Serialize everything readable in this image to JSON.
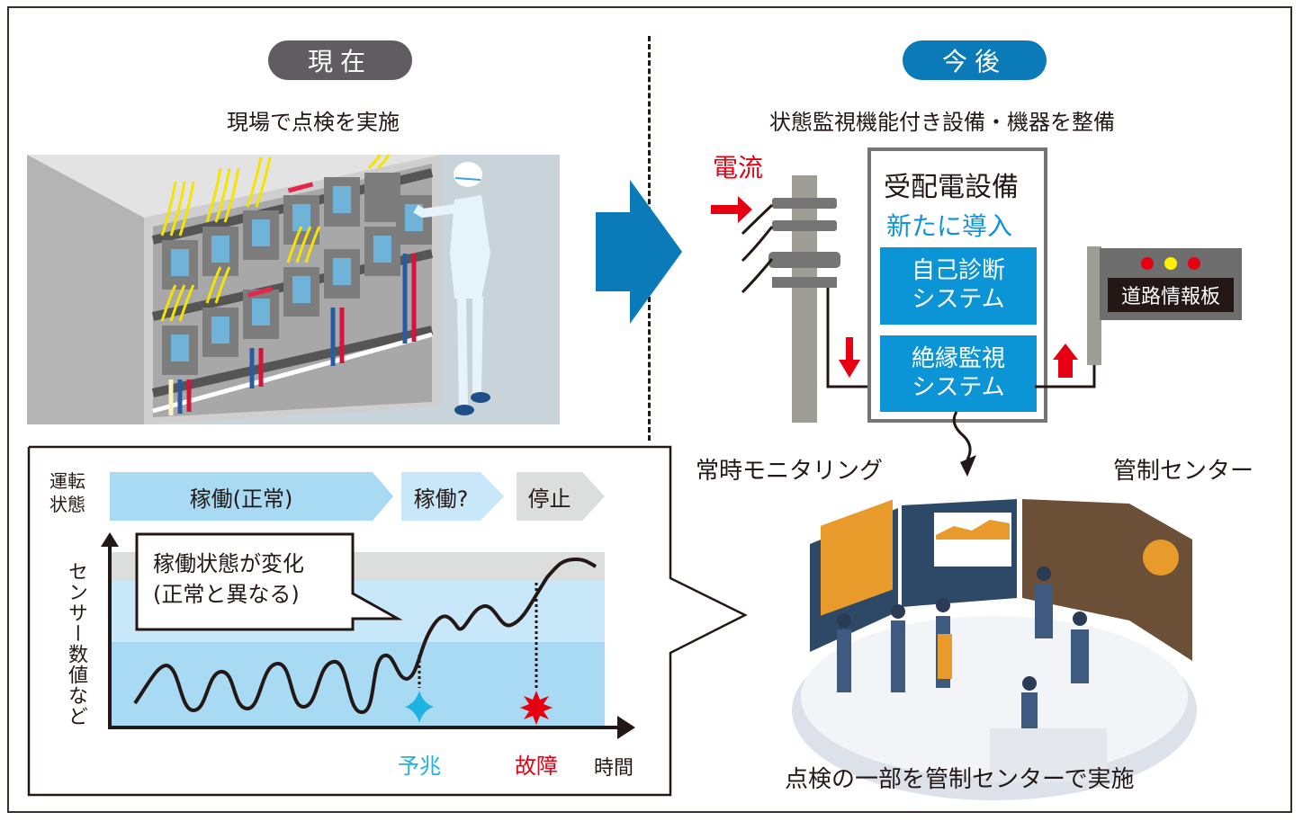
{
  "left": {
    "badge": "現在",
    "subtitle": "現場で点検を実施",
    "illustration": "worker-inspecting-switchboard"
  },
  "right": {
    "badge": "今後",
    "subtitle": "状態監視機能付き設備・機器を整備",
    "current_label": "電流",
    "facility_title": "受配電設備",
    "facility_new": "新たに導入",
    "system1_line1": "自己診断",
    "system1_line2": "システム",
    "system2_line1": "絶縁監視",
    "system2_line2": "システム",
    "road_sign": "道路情報板",
    "monitoring_label": "常時モニタリング",
    "control_center_label": "管制センター",
    "bottom_caption": "点検の一部を管制センターで実施",
    "illustration": "control-center-operators"
  },
  "chart": {
    "status_label_line1": "運転",
    "status_label_line2": "状態",
    "status_normal": "稼働(正常)",
    "status_uncertain": "稼働?",
    "status_stop": "停止",
    "y_label": "センサー数値など",
    "x_label": "時間",
    "bubble_line1": "稼働状態が変化",
    "bubble_line2": "(正常と異なる)",
    "marker_sign": "予兆",
    "marker_failure": "故障"
  },
  "colors": {
    "now_badge": "#615c61",
    "future_badge": "#0a7ab8",
    "accent_blue": "#0c95d6",
    "red": "#e60012",
    "sign_dark": "#231815",
    "band_normal": "#a9daf3",
    "band_uncertain": "#c8e7f8",
    "band_stop": "#dcdddd",
    "predict_marker": "#1eb3e0"
  },
  "chart_data": {
    "type": "line",
    "title": "",
    "xlabel": "時間",
    "ylabel": "センサー数値など",
    "bands": [
      {
        "name": "稼働(正常)",
        "from": 0,
        "to": 0.52
      },
      {
        "name": "稼働?",
        "from": 0.52,
        "to": 0.82
      },
      {
        "name": "停止",
        "from": 0.82,
        "to": 1.0
      }
    ],
    "annotations": [
      {
        "label": "予兆",
        "x": 0.6
      },
      {
        "label": "故障",
        "x": 0.85
      },
      {
        "label": "稼働状態が変化(正常と異なる)"
      }
    ],
    "series": [
      {
        "name": "sensor",
        "values": [
          0.1,
          0.35,
          0.05,
          0.3,
          0.08,
          0.35,
          0.05,
          0.4,
          0.05,
          0.4,
          0.25,
          0.55,
          0.75,
          0.6,
          0.85,
          0.7,
          1.0,
          0.97
        ]
      }
    ]
  }
}
